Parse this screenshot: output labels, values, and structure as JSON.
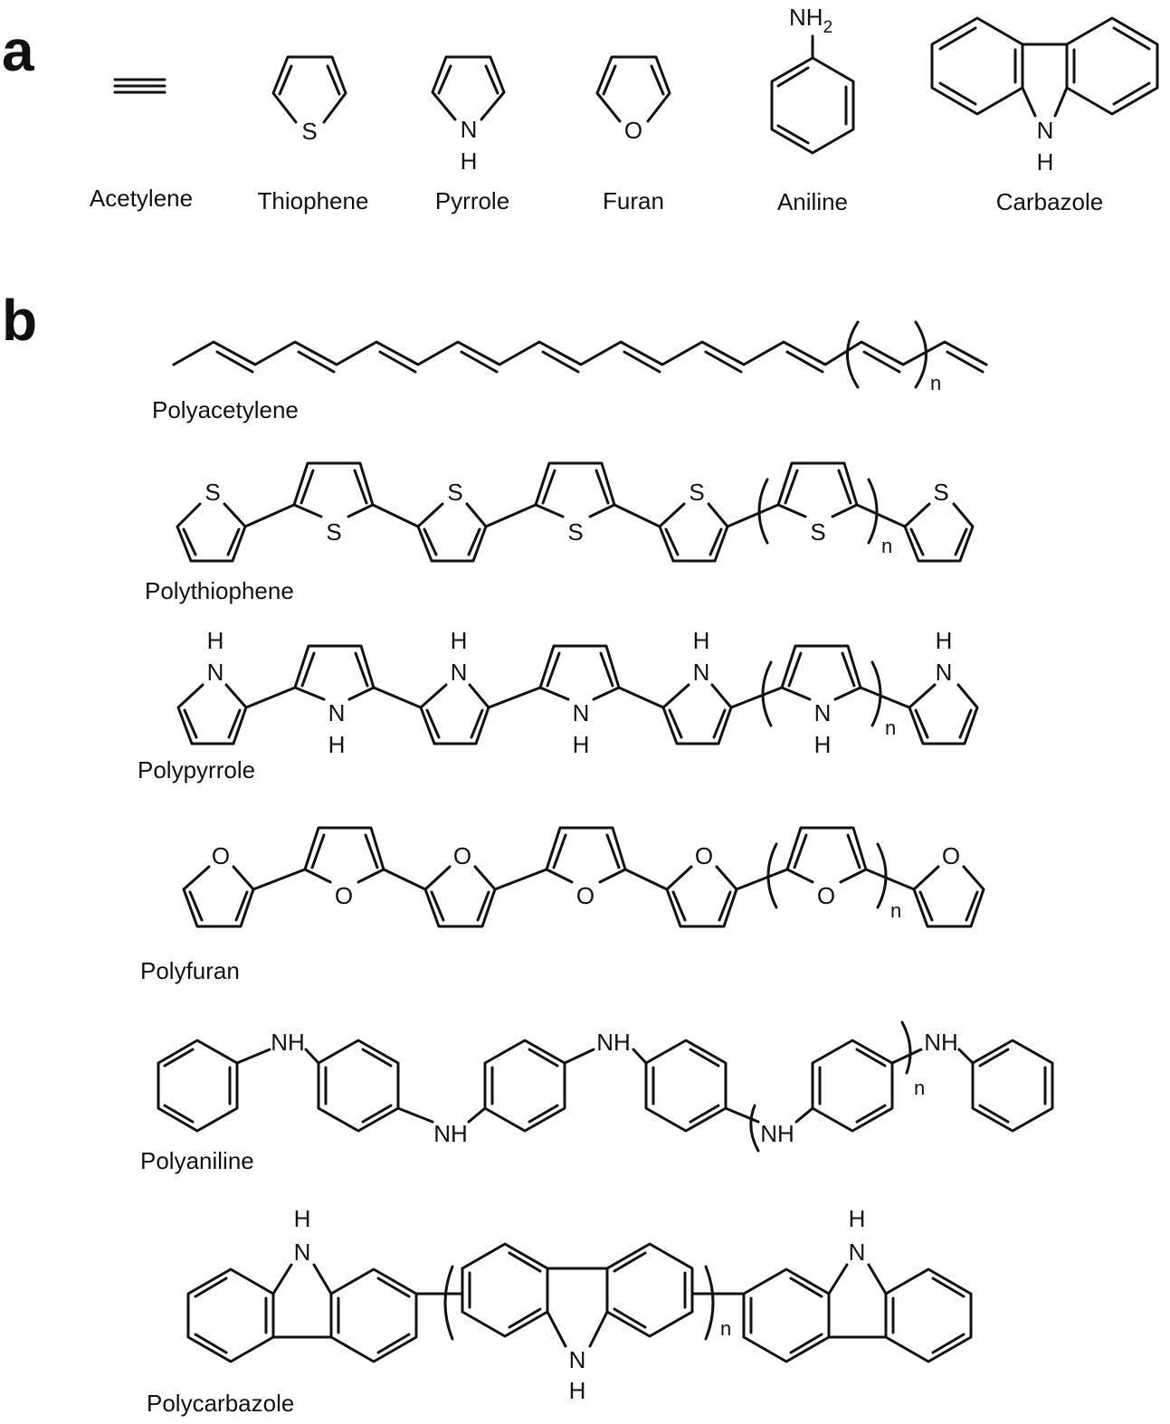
{
  "panels": {
    "a": "a",
    "b": "b"
  },
  "atoms": {
    "S": "S",
    "N": "N",
    "O": "O",
    "H": "H",
    "NH": "NH",
    "NH2_base": "NH",
    "NH2_sub": "2"
  },
  "repeat_subscript": "n",
  "monomers": {
    "acetylene": "Acetylene",
    "thiophene": "Thiophene",
    "pyrrole": "Pyrrole",
    "furan": "Furan",
    "aniline": "Aniline",
    "carbazole": "Carbazole"
  },
  "polymers": {
    "polyacetylene": "Polyacetylene",
    "polythiophene": "Polythiophene",
    "polypyrrole": "Polypyrrole",
    "polyfuran": "Polyfuran",
    "polyaniline": "Polyaniline",
    "polycarbazole": "Polycarbazole"
  }
}
